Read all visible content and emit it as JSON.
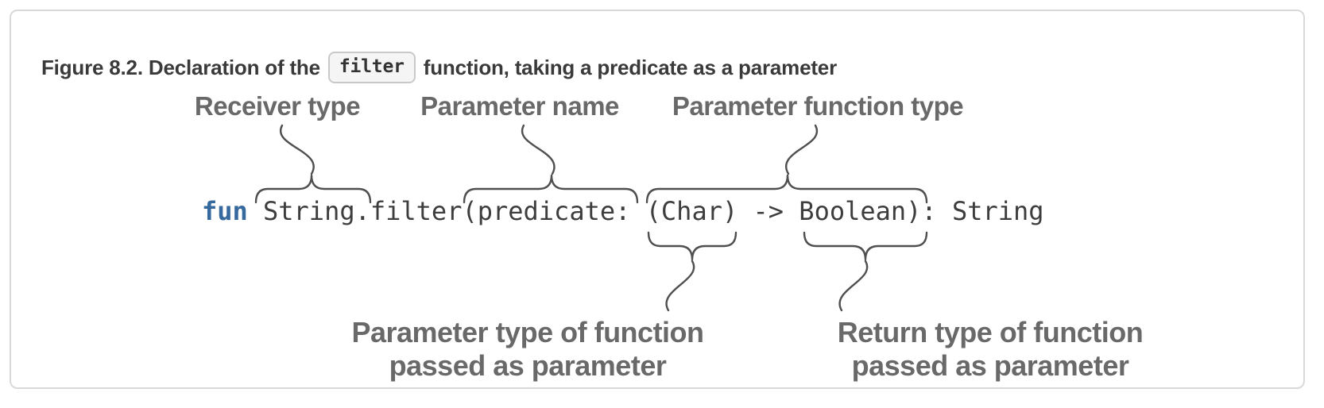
{
  "card": {
    "title": {
      "prefix": "Figure 8.2. Declaration of the",
      "chip": "filter",
      "suffix": "function, taking a predicate as a parameter"
    }
  },
  "diagram": {
    "annotations": {
      "receiver_type": "Receiver type",
      "parameter_name": "Parameter name",
      "parameter_function_type": "Parameter function type",
      "parameter_type_line1": "Parameter type of function",
      "parameter_type_line2": "passed as parameter",
      "return_type_line1": "Return type of function",
      "return_type_line2": "passed as parameter"
    },
    "code": {
      "keyword": "fun",
      "rest": "String.filter(predicate: (Char) -> Boolean): String"
    },
    "colors": {
      "keyword_blue": "#36699e",
      "code_text": "#3d3d3d",
      "annotation_gray": "#696969",
      "line_stroke": "#4f4f4f",
      "title_text": "#3a3a3a",
      "card_border": "#d9d9d9",
      "chip_background": "#f5f5f5",
      "chip_border": "#c9c9c9"
    }
  }
}
